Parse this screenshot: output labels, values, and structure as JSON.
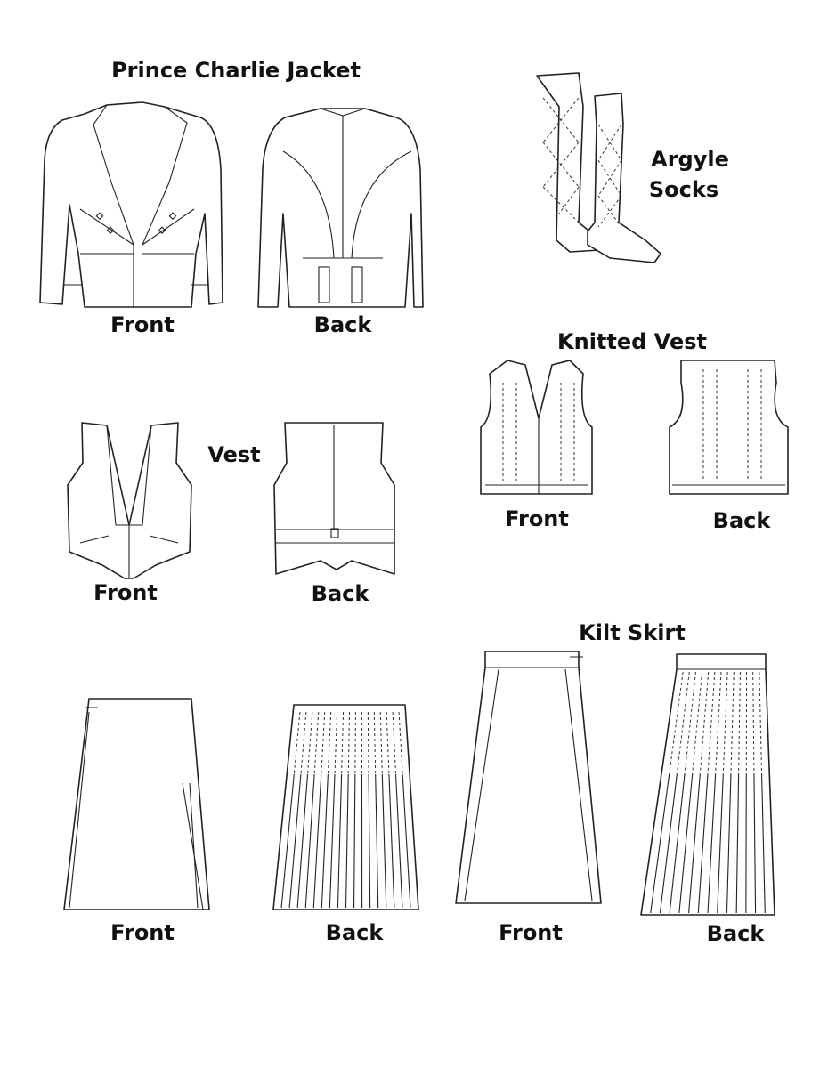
{
  "titles": {
    "jacket": "Prince Charlie Jacket",
    "socks_line1": "Argyle",
    "socks_line2": "Socks",
    "knitted_vest": "Knitted Vest",
    "vest": "Vest",
    "kilt_skirt": "Kilt Skirt"
  },
  "views": {
    "jacket_front": "Front",
    "jacket_back": "Back",
    "knit_front": "Front",
    "knit_back": "Back",
    "vest_front": "Front",
    "vest_back": "Back",
    "kilt_front": "Front",
    "kilt_back": "Back",
    "skirt_front": "Front",
    "skirt_back": "Back"
  },
  "colors": {
    "line": "#222222",
    "background": "#ffffff"
  }
}
